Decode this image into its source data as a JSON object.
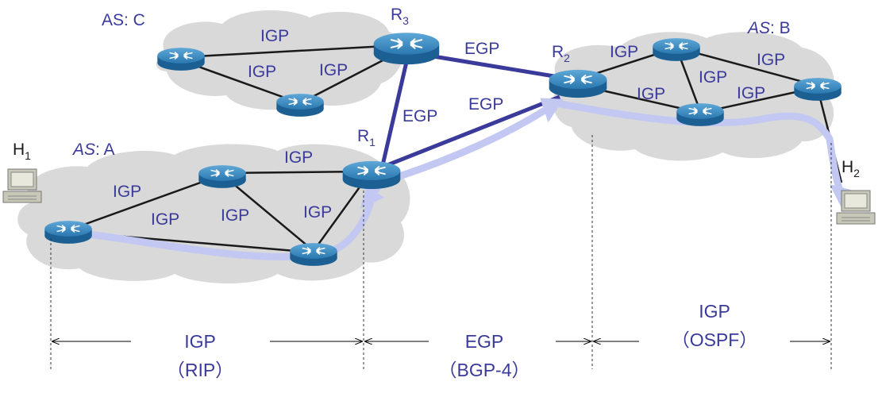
{
  "colors": {
    "cloud": "#d9d9d9",
    "igp_link": "#1a1a1a",
    "egp_link": "#3a3a9a",
    "path_arrow": "#b8bff0",
    "text": "#3a3a9a",
    "router_top": "#2f7fb8",
    "router_side": "#1c5f92"
  },
  "as_labels": {
    "c": "AS: C",
    "a_italic": "AS",
    "a_rest": ": A",
    "b_italic": "AS",
    "b_rest": ": B"
  },
  "routers": {
    "r1_main": "R",
    "r1_sub": "1",
    "r2_main": "R",
    "r2_sub": "2",
    "r3_main": "R",
    "r3_sub": "3"
  },
  "hosts": {
    "h1_main": "H",
    "h1_sub": "1",
    "h2_main": "H",
    "h2_sub": "2"
  },
  "links": {
    "igp": "IGP",
    "egp": "EGP"
  },
  "scale": {
    "left_top": "IGP",
    "left_bottom": "（RIP）",
    "middle_top": "EGP",
    "middle_bottom": "（BGP-4）",
    "right_top": "IGP",
    "right_bottom": "（OSPF）"
  },
  "icons": [
    "router-icon",
    "host-computer-icon",
    "cloud-shape",
    "path-arrow"
  ]
}
